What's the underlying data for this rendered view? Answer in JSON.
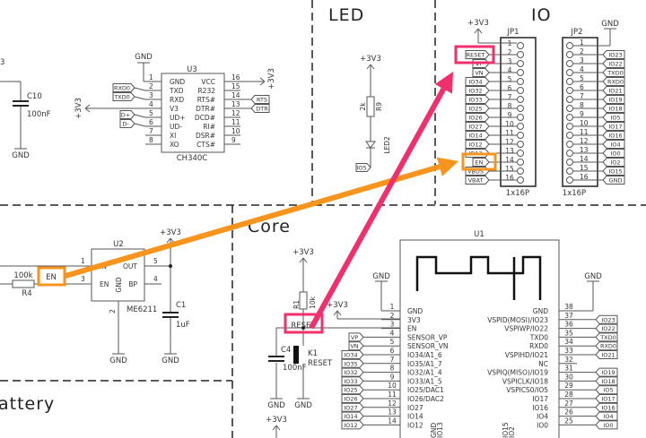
{
  "sections": {
    "led": "LED",
    "io": "IO",
    "core": "Core",
    "battery": "attery"
  },
  "colors": {
    "reset_highlight": "#f0306c",
    "en_highlight": "#f7941d",
    "wire": "#555555"
  },
  "c10": {
    "ref": "C10",
    "value": "100nF",
    "gnd": "GND",
    "partial_left": "3"
  },
  "u3": {
    "ref": "U3",
    "value": "CH340C",
    "gnd": "GND",
    "pwr_left": "+3V3",
    "pwr_right": "+3V3",
    "left_pins": [
      {
        "num": "1",
        "name": "GND"
      },
      {
        "num": "2",
        "name": "TXD"
      },
      {
        "num": "3",
        "name": "RXD"
      },
      {
        "num": "4",
        "name": "V3"
      },
      {
        "num": "5",
        "name": "UD+"
      },
      {
        "num": "6",
        "name": "UD-"
      },
      {
        "num": "7",
        "name": "XI"
      },
      {
        "num": "8",
        "name": "XO"
      }
    ],
    "right_pins": [
      {
        "num": "16",
        "name": "VCC"
      },
      {
        "num": "15",
        "name": "R232"
      },
      {
        "num": "14",
        "name": "RTS#"
      },
      {
        "num": "13",
        "name": "DTR#"
      },
      {
        "num": "12",
        "name": "DCD#"
      },
      {
        "num": "11",
        "name": "RI#"
      },
      {
        "num": "10",
        "name": "DSR#"
      },
      {
        "num": "9",
        "name": "CTS#"
      }
    ],
    "left_nets": [
      "",
      "RXD0",
      "TXD0",
      "",
      "D+",
      "D-",
      "",
      ""
    ],
    "right_nets": [
      "",
      "",
      "RTS",
      "DTR",
      "",
      "",
      "",
      ""
    ]
  },
  "led": {
    "pwr": "+3V3",
    "r_ref": "R9",
    "r_value": "2k",
    "led_ref": "LED2",
    "net": "IO5"
  },
  "jp1": {
    "ref": "JP1",
    "type": "1x16P",
    "pwr": "+3V3",
    "pins": [
      "1",
      "2",
      "3",
      "4",
      "5",
      "6",
      "7",
      "8",
      "9",
      "10",
      "11",
      "12",
      "13",
      "14",
      "15",
      "16"
    ],
    "labels": [
      "",
      "RESET",
      "VP",
      "VN",
      "IO34",
      "IO32",
      "IO33",
      "IO25",
      "IO26",
      "IO27",
      "IO14",
      "IO12",
      "IO13",
      "EN",
      "VBUS",
      "VBAT"
    ]
  },
  "jp2": {
    "ref": "JP2",
    "type": "1x16P",
    "gnd": "GND",
    "pins": [
      "1",
      "2",
      "3",
      "4",
      "5",
      "6",
      "7",
      "8",
      "9",
      "10",
      "11",
      "12",
      "13",
      "14",
      "15",
      "16"
    ],
    "labels": [
      "",
      "IO23",
      "IO22",
      "TXD0",
      "RXD0",
      "IO21",
      "IO19",
      "IO18",
      "IO5",
      "IO17",
      "IO16",
      "IO4",
      "IO0",
      "IO2",
      "IO15",
      "GND"
    ]
  },
  "u2": {
    "ref": "U2",
    "value": "ME6211",
    "pwr": "+3V3",
    "gnd1": "GND",
    "gnd2": "GND",
    "pins": {
      "in": "IN",
      "en": "EN",
      "out": "OUT",
      "bp": "BP",
      "gnd": "GND",
      "n1": "1",
      "n3": "3",
      "n5": "5",
      "n4": "4",
      "n2": "2"
    },
    "en_net": "EN",
    "r_ref": "R4",
    "r_value": "100k",
    "c_ref": "C1",
    "c_value": "1uF"
  },
  "core": {
    "pwr_r1": "+3V3",
    "r1_ref": "R1",
    "r1_value": "10k",
    "reset_net": "RESET",
    "c4_ref": "C4",
    "c4_value": "100nF",
    "k1_ref": "K1",
    "k1_value": "RESET",
    "gnd_c4": "GND",
    "gnd_k1": "GND",
    "pwr_bottom": "+3V3",
    "pwr_pin2": "+3V3"
  },
  "u1": {
    "ref": "U1",
    "gnd_left": "GND",
    "gnd_right": "GND",
    "left_pins": [
      {
        "num": "1",
        "name": "GND"
      },
      {
        "num": "2",
        "name": "3V3"
      },
      {
        "num": "3",
        "name": "EN"
      },
      {
        "num": "4",
        "name": "SENSOR_VP"
      },
      {
        "num": "5",
        "name": "SENSOR_VN"
      },
      {
        "num": "6",
        "name": "IO34/A1_6"
      },
      {
        "num": "7",
        "name": "IO35/A1_7"
      },
      {
        "num": "8",
        "name": "IO32/A1_4"
      },
      {
        "num": "9",
        "name": "IO33/A1_5"
      },
      {
        "num": "10",
        "name": "IO25/DAC1"
      },
      {
        "num": "11",
        "name": "IO26/DAC2"
      },
      {
        "num": "12",
        "name": "IO27"
      },
      {
        "num": "13",
        "name": "IO14"
      },
      {
        "num": "14",
        "name": "IO12"
      }
    ],
    "left_nets": [
      "",
      "",
      "",
      "VP",
      "VN",
      "IO34",
      "IO35",
      "IO32",
      "IO33",
      "IO25",
      "IO26",
      "IO27",
      "IO14",
      "IO12"
    ],
    "right_pins": [
      {
        "num": "38",
        "name": "GND"
      },
      {
        "num": "37",
        "name": "VSPID(MOSI)/IO23"
      },
      {
        "num": "36",
        "name": "VSPIWP/IO22"
      },
      {
        "num": "35",
        "name": "TXD0"
      },
      {
        "num": "34",
        "name": "RXD0"
      },
      {
        "num": "33",
        "name": "VSPIHD/IO21"
      },
      {
        "num": "32",
        "name": "NC"
      },
      {
        "num": "31",
        "name": "VSPIQ(MISO)/IO19"
      },
      {
        "num": "30",
        "name": "VSPICLK/IO18"
      },
      {
        "num": "29",
        "name": "VSPICS0/IO5"
      },
      {
        "num": "28",
        "name": "IO17"
      },
      {
        "num": "27",
        "name": "IO16"
      },
      {
        "num": "26",
        "name": "IO4"
      },
      {
        "num": "25",
        "name": "IO0"
      }
    ],
    "right_nets": [
      "",
      "IO23",
      "IO22",
      "TXD0",
      "RXD0",
      "IO21",
      "",
      "IO19",
      "IO18",
      "IO5",
      "IO17",
      "IO16",
      "IO4",
      "IO0"
    ],
    "bottom_partial": [
      "GND",
      "IO13",
      "IO15",
      "IO2"
    ]
  }
}
